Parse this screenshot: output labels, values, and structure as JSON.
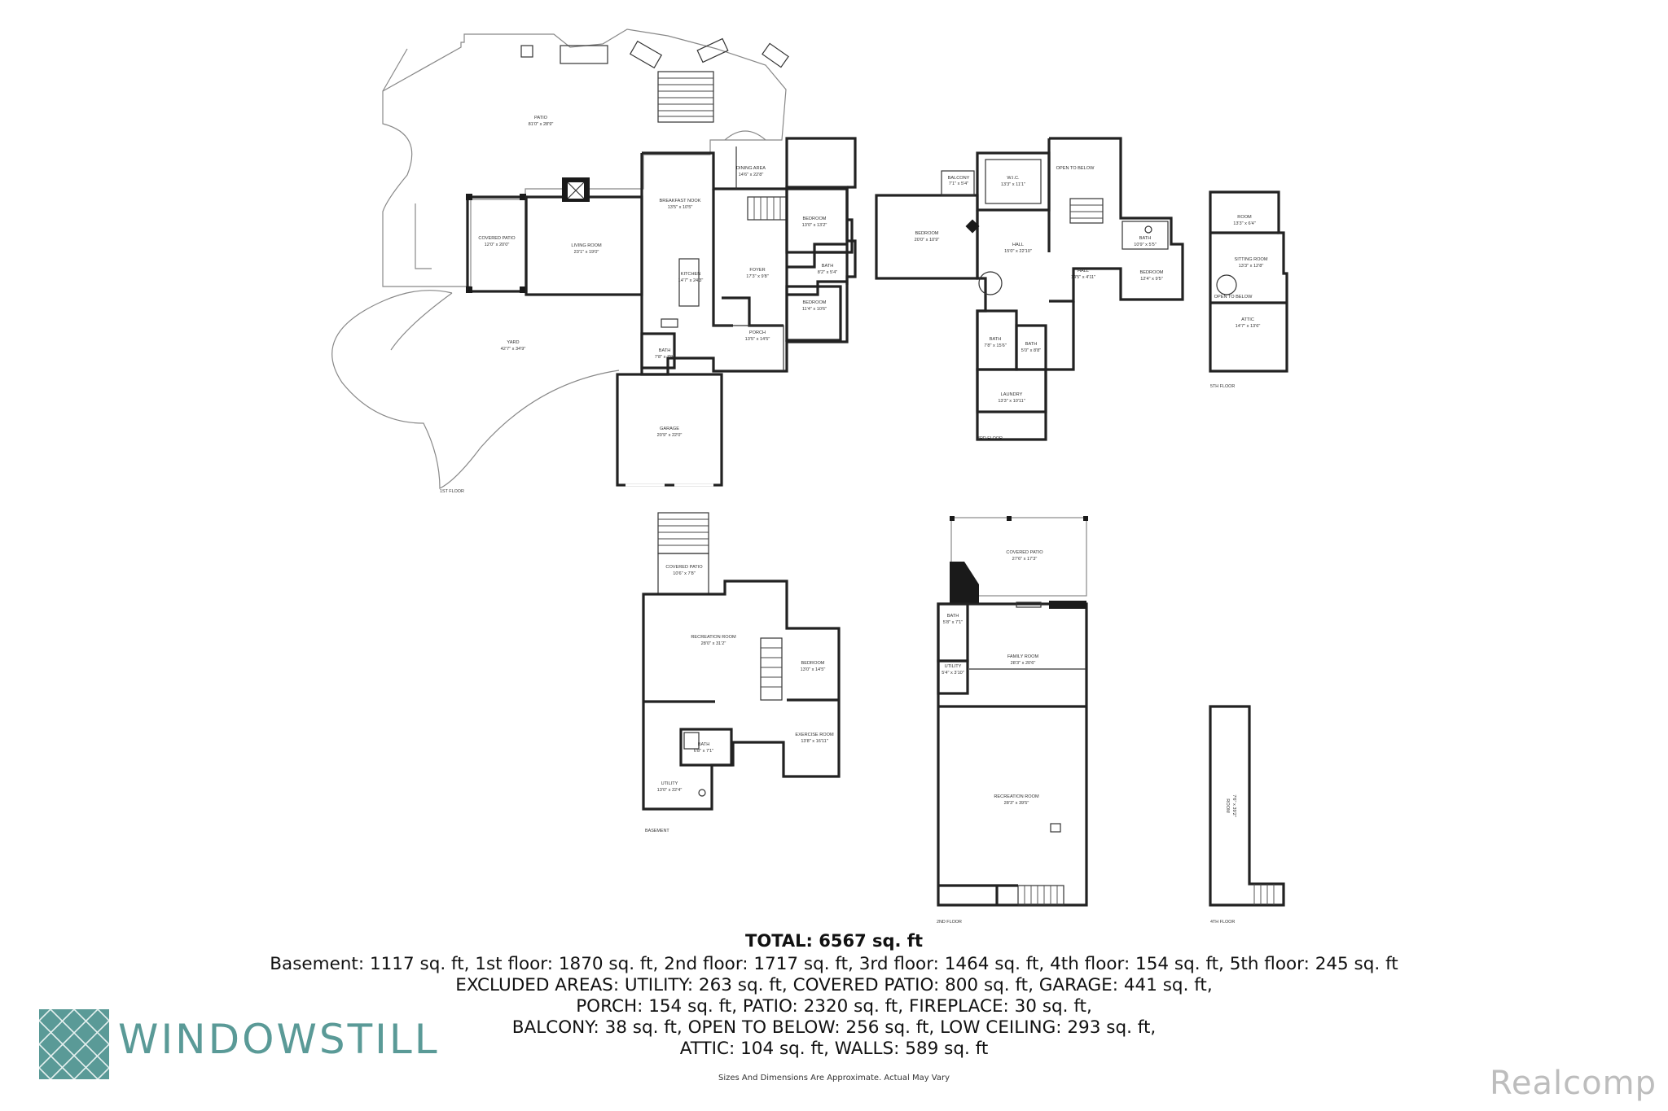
{
  "floors": {
    "first": {
      "name": "1ST FLOOR",
      "rooms": [
        {
          "id": "patio",
          "name": "PATIO",
          "dims": "81'0\" x 28'9\""
        },
        {
          "id": "covered-patio",
          "name": "COVERED PATIO",
          "dims": "12'0\" x 20'0\""
        },
        {
          "id": "living-room",
          "name": "LIVING ROOM",
          "dims": "23'1\" x 19'0\""
        },
        {
          "id": "breakfast-nook",
          "name": "BREAKFAST NOOK",
          "dims": "13'5\" x 10'5\""
        },
        {
          "id": "dining-area",
          "name": "DINING AREA",
          "dims": "14'6\" x 22'8\""
        },
        {
          "id": "bedroom-a",
          "name": "BEDROOM",
          "dims": "13'0\" x 13'2\""
        },
        {
          "id": "kitchen",
          "name": "KITCHEN",
          "dims": "14'7\" x 24'3\""
        },
        {
          "id": "foyer",
          "name": "FOYER",
          "dims": "17'3\" x 9'8\""
        },
        {
          "id": "bath-a",
          "name": "BATH",
          "dims": "8'2\" x 5'4\""
        },
        {
          "id": "bedroom-b",
          "name": "BEDROOM",
          "dims": "11'4\" x 10'6\""
        },
        {
          "id": "porch",
          "name": "PORCH",
          "dims": "13'5\" x 14'5\""
        },
        {
          "id": "bath-b",
          "name": "BATH",
          "dims": "7'8\" x 7'9\""
        },
        {
          "id": "yard",
          "name": "YARD",
          "dims": "42'7\" x 34'9\""
        },
        {
          "id": "garage",
          "name": "GARAGE",
          "dims": "20'9\" x 22'0\""
        }
      ]
    },
    "third": {
      "name": "3RD FLOOR",
      "rooms": [
        {
          "id": "balcony",
          "name": "BALCONY",
          "dims": "7'1\" x 5'4\""
        },
        {
          "id": "wic",
          "name": "W.I.C.",
          "dims": "13'3\" x 11'1\""
        },
        {
          "id": "open-below",
          "name": "OPEN TO BELOW",
          "dims": ""
        },
        {
          "id": "bedroom-c",
          "name": "BEDROOM",
          "dims": "20'0\" x 10'9\""
        },
        {
          "id": "hall-a",
          "name": "HALL",
          "dims": "15'0\" x 22'10\""
        },
        {
          "id": "bath-c",
          "name": "BATH",
          "dims": "10'9\" x 5'5\""
        },
        {
          "id": "hall-b",
          "name": "HALL",
          "dims": "14'5\" x 4'11\""
        },
        {
          "id": "bedroom-d",
          "name": "BEDROOM",
          "dims": "12'4\" x 9'5\""
        },
        {
          "id": "bath-d",
          "name": "BATH",
          "dims": "7'8\" x 15'6\""
        },
        {
          "id": "bath-e",
          "name": "BATH",
          "dims": "5'0\" x 8'8\""
        },
        {
          "id": "laundry",
          "name": "LAUNDRY",
          "dims": "13'3\" x 10'11\""
        }
      ]
    },
    "fifth": {
      "name": "5TH FLOOR",
      "rooms": [
        {
          "id": "room-a",
          "name": "ROOM",
          "dims": "13'3\" x 6'4\""
        },
        {
          "id": "sitting-room",
          "name": "SITTING ROOM",
          "dims": "13'3\" x 12'8\""
        },
        {
          "id": "open-below-b",
          "name": "OPEN TO BELOW",
          "dims": ""
        },
        {
          "id": "attic",
          "name": "ATTIC",
          "dims": "14'7\" x 13'6\""
        }
      ]
    },
    "basement": {
      "name": "BASEMENT",
      "rooms": [
        {
          "id": "covered-patio-b",
          "name": "COVERED PATIO",
          "dims": "10'6\" x 7'8\""
        },
        {
          "id": "recreation-room-a",
          "name": "RECREATION ROOM",
          "dims": "28'0\" x 31'2\""
        },
        {
          "id": "bedroom-e",
          "name": "BEDROOM",
          "dims": "13'0\" x 14'5\""
        },
        {
          "id": "bath-f",
          "name": "BATH",
          "dims": "6'8\" x 7'1\""
        },
        {
          "id": "exercise-room",
          "name": "EXERCISE ROOM",
          "dims": "13'8\" x 16'11\""
        },
        {
          "id": "utility-a",
          "name": "UTILITY",
          "dims": "13'0\" x 22'4\""
        }
      ]
    },
    "second": {
      "name": "2ND FLOOR",
      "rooms": [
        {
          "id": "covered-patio-c",
          "name": "COVERED PATIO",
          "dims": "27'6\" x 17'3\""
        },
        {
          "id": "bath-g",
          "name": "BATH",
          "dims": "5'8\" x 7'1\""
        },
        {
          "id": "utility-b",
          "name": "UTILITY",
          "dims": "5'4\" x 3'10\""
        },
        {
          "id": "family-room",
          "name": "FAMILY ROOM",
          "dims": "28'3\" x 20'6\""
        },
        {
          "id": "recreation-room-b",
          "name": "RECREATION ROOM",
          "dims": "28'3\" x 39'5\""
        }
      ]
    },
    "fourth": {
      "name": "4TH FLOOR",
      "rooms": [
        {
          "id": "room-b",
          "name": "ROOM",
          "dims": "7'6\" x 39'2\""
        }
      ]
    }
  },
  "summary": {
    "total": "TOTAL: 6567 sq. ft",
    "line1": "Basement: 1117 sq. ft, 1st floor: 1870 sq. ft, 2nd floor: 1717 sq. ft, 3rd floor: 1464 sq. ft, 4th floor: 154 sq. ft, 5th floor: 245 sq. ft",
    "line2": "EXCLUDED AREAS: UTILITY: 263 sq. ft, COVERED PATIO: 800 sq. ft, GARAGE: 441 sq. ft,",
    "line3": "PORCH: 154 sq. ft, PATIO: 2320 sq. ft, FIREPLACE: 30 sq. ft,",
    "line4": "BALCONY: 38 sq. ft, OPEN TO BELOW: 256 sq. ft, LOW CEILING: 293 sq. ft,",
    "line5": "ATTIC: 104 sq. ft, WALLS: 589 sq. ft"
  },
  "brand": {
    "name": "WINDOWSTILL",
    "color": "#5a9a97",
    "logo_icon": "diamond-lattice-icon"
  },
  "disclaimer": "Sizes And Dimensions Are Approximate. Actual May Vary",
  "watermark": "Realcomp"
}
